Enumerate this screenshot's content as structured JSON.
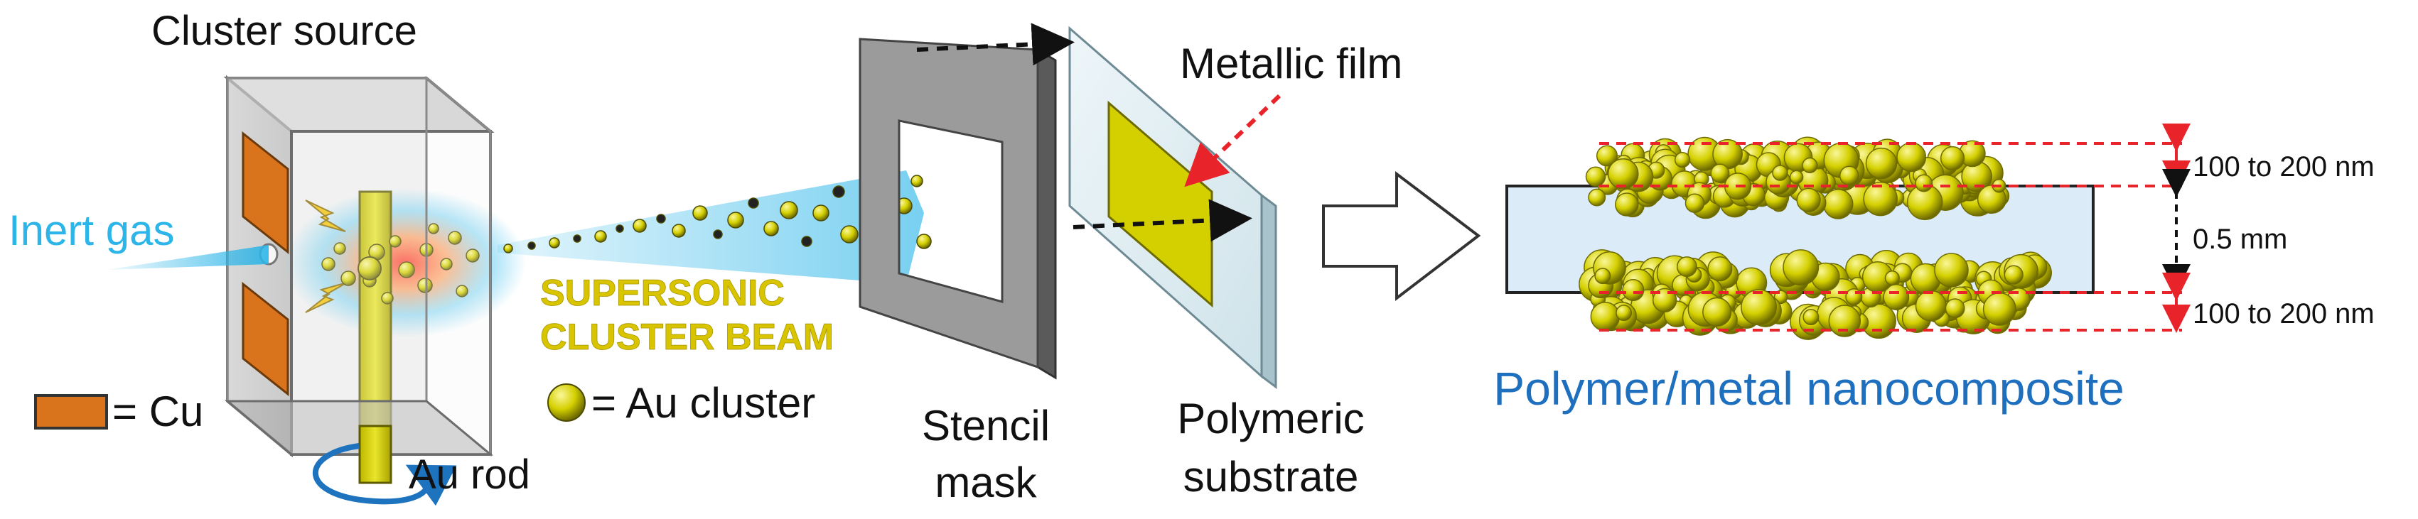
{
  "labels": {
    "cluster_source": "Cluster source",
    "inert_gas": "Inert gas",
    "cu_legend": "= Cu",
    "au_rod": "Au rod",
    "beam_line1": "SUPERSONIC",
    "beam_line2": "CLUSTER BEAM",
    "au_cluster_legend": "= Au cluster",
    "stencil_line1": "Stencil",
    "stencil_line2": "mask",
    "metallic_film": "Metallic film",
    "polymeric_line1": "Polymeric",
    "polymeric_line2": "substrate",
    "nanocomposite": "Polymer/metal nanocomposite",
    "thickness_top": "100 to 200 nm",
    "thickness_middle": "0.5 mm",
    "thickness_bottom": "100 to 200 nm"
  },
  "colors": {
    "text": "#111111",
    "inert_gas": "#2bb5e8",
    "beam_label": "#d9c400",
    "nanocomposite_title": "#1f6fbf",
    "cu": "#d9731c",
    "gold": "#d4d000",
    "gold_dark": "#8a8700",
    "substrate": "#dcebf8",
    "red_dash": "#e8232a",
    "rotation_arrow": "#1e73be"
  },
  "icons": {
    "rotation": "rotation-arrow-icon",
    "process_arrow": "hollow-right-arrow-icon"
  }
}
